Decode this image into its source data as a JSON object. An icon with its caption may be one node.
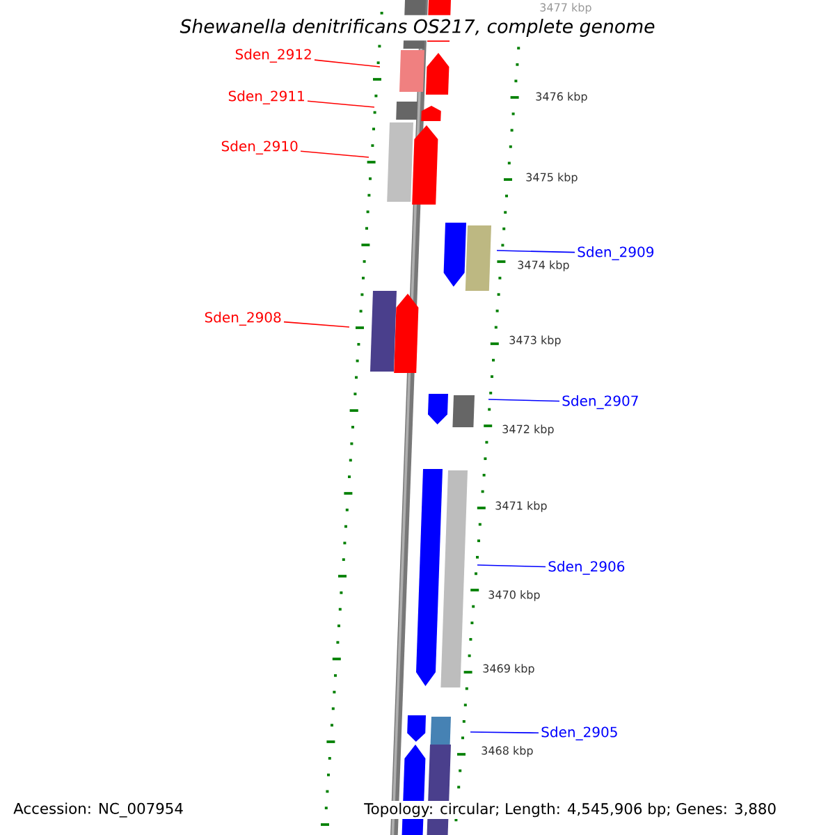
{
  "diagram": {
    "title": "*Shewanella denitrificans OS217, complete genome*",
    "nodes": [
      {
        "text": [
          "Sden_2912"
        ]
      },
      {
        "text": [
          "Sden_2911"
        ]
      },
      {
        "text": [
          "Sden_2910"
        ]
      },
      {
        "text": [
          "Sden_2909"
        ]
      },
      {
        "text": [
          "Sden_2908"
        ]
      },
      {
        "text": [
          "Sden_2907"
        ]
      },
      {
        "text": [
          "Sden_2906"
        ]
      },
      {
        "text": [
          "Sden_2905"
        ]
      }
    ],
    "edges": [
      {
        "from": 0,
        "to": null,
        "arrow": "none",
        "color": "#ff0000"
      },
      {
        "from": 1,
        "to": null,
        "arrow": "none",
        "color": "#ff0000"
      },
      {
        "from": 2,
        "to": null,
        "arrow": "none",
        "color": "#ff0000"
      },
      {
        "from": 3,
        "to": null,
        "arrow": "none",
        "color": "#0000ff"
      },
      {
        "from": 4,
        "to": null,
        "arrow": "none",
        "color": "#ff0000"
      },
      {
        "from": 5,
        "to": null,
        "arrow": "none",
        "color": "#0000ff"
      },
      {
        "from": 6,
        "to": null,
        "arrow": "none",
        "color": "#0000ff"
      },
      {
        "from": 7,
        "to": null,
        "arrow": "none",
        "color": "#0000ff"
      }
    ],
    "labels": [
      "3477 kbp",
      "3476 kbp",
      "3475 kbp",
      "3474 kbp",
      "3473 kbp",
      "3472 kbp",
      "3471 kbp",
      "3470 kbp",
      "3469 kbp",
      "3468 kbp",
      "Accession: NC_007954",
      "Topology: circular; Length: 4,545,906 bp; Genes: 3,880"
    ]
  }
}
